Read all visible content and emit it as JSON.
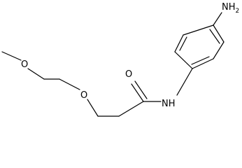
{
  "structure": {
    "atoms": {
      "amine": "NH2",
      "amide_nitrogen": "NH",
      "carbonyl_oxygen": "O",
      "ether_oxygen": "O",
      "methoxy_oxygen": "O"
    },
    "colors": {
      "bond": "#000000",
      "label": "#000000",
      "background": "#ffffff"
    }
  }
}
